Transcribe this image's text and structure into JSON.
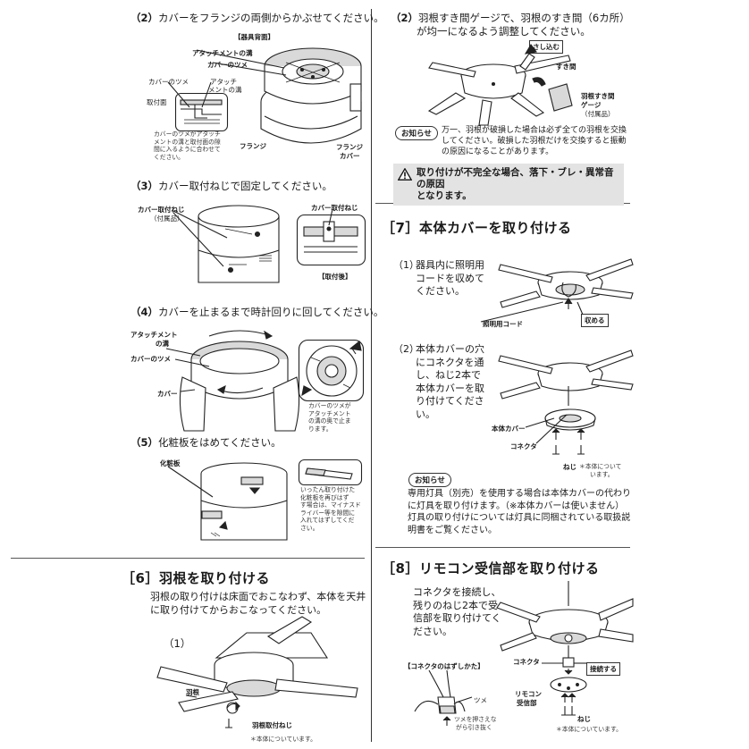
{
  "left": {
    "step2": {
      "num": "（2）",
      "text": "カバーをフランジの両側からかぶせてください。"
    },
    "step2_labels": {
      "back": "【器具背面】",
      "attach_groove": "アタッチメントの溝",
      "cover_tab": "カバーのツメ",
      "cover_tab_small": "カバーのツメ",
      "attach_groove_small_1": "アタッチ",
      "attach_groove_small_2": "メントの溝",
      "mount_face": "取付面",
      "flange": "フランジ",
      "flange_cover_1": "フランジ",
      "flange_cover_2": "カバー",
      "note": [
        "カバーのツメがアタッチ",
        "メントの溝と取付面の隙",
        "間に入るように合わせて",
        "ください。"
      ]
    },
    "step3": {
      "num": "（3）",
      "text": "カバー取付ねじで固定してください。"
    },
    "step3_labels": {
      "screw": "カバー取付ねじ",
      "screw_sub": "（付属品）",
      "screw_right": "カバー取付ねじ",
      "after": "【取付後】"
    },
    "step4": {
      "num": "（4）",
      "text": "カバーを止まるまで時計回りに回してください。"
    },
    "step4_labels": {
      "attach_groove_1": "アタッチメント",
      "attach_groove_2": "の溝",
      "cover_tab": "カバーのツメ",
      "cover": "カバー",
      "note": [
        "カバーのツメが",
        "アタッチメント",
        "の溝の奥で止ま",
        "ります。"
      ]
    },
    "step5": {
      "num": "（5）",
      "text": "化粧板をはめてください。"
    },
    "step5_labels": {
      "plate": "化粧板",
      "note": [
        "いったん取り付けた",
        "化粧板を再びはず",
        "す場合は、マイナスド",
        "ライバー等を隙間に",
        "入れてはずしてくだ",
        "さい。"
      ]
    },
    "sec6": {
      "num": "［6］",
      "title": "羽根を取り付ける"
    },
    "sec6_body": [
      "羽根の取り付けは床面でおこなわず、本体を天井",
      "に取り付けてからおこなってください。"
    ],
    "sec6_step1": "（1）",
    "sec6_labels": {
      "blade": "羽根",
      "blade_screw": "羽根取付ねじ",
      "note": "＊本体についています。"
    }
  },
  "right": {
    "step2": {
      "num": "（2）",
      "line1": "羽根すき間ゲージで、羽根のすき間（6カ所）",
      "line2": "が均一になるよう調整してください。"
    },
    "step2_labels": {
      "insert": "さし込む",
      "gap": "すき間",
      "gauge_1": "羽根すき間",
      "gauge_2": "ゲージ",
      "gauge_3": "（付属品）"
    },
    "notice_badge": "お知らせ",
    "notice_text": [
      "万一、羽根が破損した場合は必ず全ての羽根を交換",
      "してください。破損した羽根だけを交換すると振動",
      "の原因になることがあります。"
    ],
    "warning": [
      "取り付けが不完全な場合、落下・ブレ・異常音の原因",
      "となります。"
    ],
    "sec7": {
      "num": "［7］",
      "title": "本体カバーを取り付ける"
    },
    "sec7_step1": {
      "num": "（1）",
      "lines": [
        "器具内に照明用",
        "コードを収めて",
        "ください。"
      ]
    },
    "sec7_step1_labels": {
      "cord": "照明用コード",
      "store": "収める"
    },
    "sec7_step2": {
      "num": "（2）",
      "lines": [
        "本体カバーの穴",
        "にコネクタを通",
        "し、ねじ2本で",
        "本体カバーを取",
        "り付けてくださ",
        "い。"
      ]
    },
    "sec7_step2_labels": {
      "body_cover": "本体カバー",
      "connector": "コネクタ",
      "screw": "ねじ",
      "note_1": "＊本体について",
      "note_2": "います。"
    },
    "notice2_badge": "お知らせ",
    "notice2_text": [
      "専用灯具（別売）を使用する場合は本体カバーの代わり",
      "に灯具を取り付けます。（※本体カバーは使いません）",
      "灯具の取り付けについては灯具に同梱されている取扱説",
      "明書をご覧ください。"
    ],
    "sec8": {
      "num": "［8］",
      "title": "リモコン受信部を取り付ける"
    },
    "sec8_body": [
      "コネクタを接続し、",
      "残りのねじ2本で受",
      "信部を取り付けてく",
      "ださい。"
    ],
    "sec8_labels": {
      "how_remove": "【コネクタのはずしかた】",
      "tab": "ツメ",
      "press_1": "ツメを押さえな",
      "press_2": "がら引き抜く",
      "connector": "コネクタ",
      "connect": "接続する",
      "receiver_1": "リモコン",
      "receiver_2": "受信部",
      "screw": "ねじ",
      "note": "＊本体についています。"
    }
  }
}
